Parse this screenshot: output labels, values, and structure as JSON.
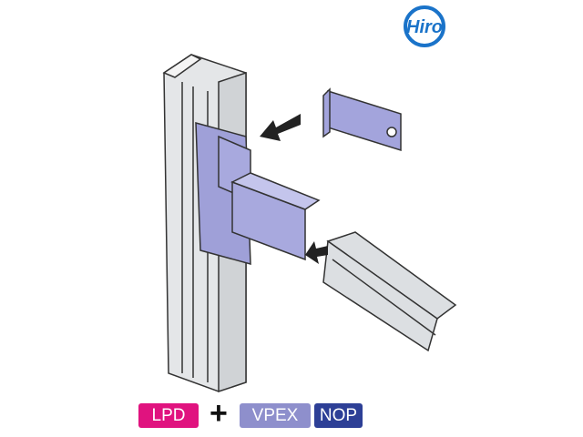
{
  "logo": {
    "text": "Hiro",
    "color": "#1a73c9"
  },
  "products": [
    {
      "label": "LPD",
      "color": "#e0137f"
    },
    {
      "label": "VPEX",
      "color": "#8e8fcc"
    },
    {
      "label": "NOP",
      "color": "#2d3f96"
    }
  ],
  "operator": "+"
}
